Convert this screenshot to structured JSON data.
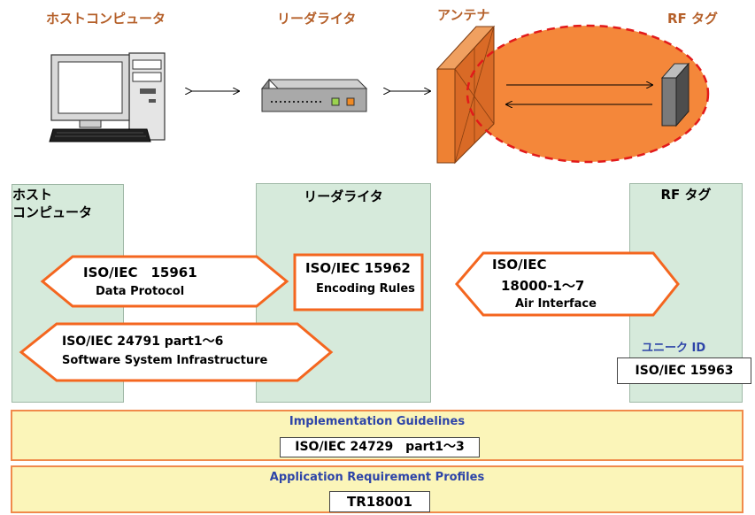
{
  "top_labels": {
    "host_computer": "ホストコンピュータ",
    "reader_writer": "リーダライタ",
    "antenna": "アンテナ",
    "rf_tag": "RF タグ"
  },
  "panels": {
    "host": "ホスト\nコンピュータ",
    "reader": "リーダライタ",
    "tag": "RF タグ"
  },
  "standards": {
    "s15961": {
      "line1": "ISO/IEC　15961",
      "line2": "Data Protocol"
    },
    "s15962": {
      "line1": "ISO/IEC 15962",
      "line2": "Encoding Rules"
    },
    "s18000": {
      "line1": "ISO/IEC",
      "line2": "18000-1～7",
      "line3": "Air Interface"
    },
    "s24791": {
      "line1": "ISO/IEC 24791 part1～6",
      "line2": "Software System Infrastructure"
    }
  },
  "unique_id": {
    "label": "ユニーク ID",
    "standard": "ISO/IEC 15963"
  },
  "bands": {
    "implementation": {
      "title": "Implementation Guidelines",
      "standard": "ISO/IEC 24729　part1～3"
    },
    "application": {
      "title": "Application Requirement Profiles",
      "standard": "TR18001"
    }
  },
  "colors": {
    "accent_orange": "#f4661f",
    "label_brown": "#b5602a",
    "panel_green": "#d6eadb",
    "band_yellow": "#fbf5b9",
    "id_blue": "#2d44a8"
  }
}
